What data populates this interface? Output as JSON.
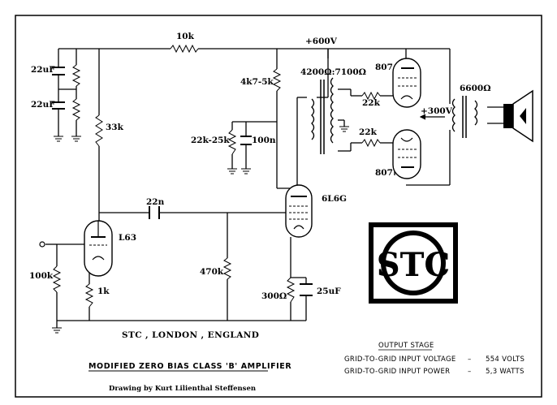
{
  "header": {
    "company": "STC , LONDON , ENGLAND",
    "title": "MODIFIED  ZERO  BIAS  CLASS 'B'  AMPLIFIER",
    "credit": "Drawing by Kurt Lilienthal Steffensen"
  },
  "output_stage": {
    "heading": "OUTPUT  STAGE",
    "rows": [
      {
        "label": "GRID-TO-GRID  INPUT  VOLTAGE",
        "dash": "–",
        "value": "554  VOLTS"
      },
      {
        "label": "GRID-TO-GRID  INPUT  POWER",
        "dash": "–",
        "value": "5,3  WATTS"
      }
    ]
  },
  "components": {
    "c_22uf_top": "22uF",
    "c_22uf_bottom": "22uF",
    "r_10k": "10k",
    "supply_600": "+600V",
    "r_4k7": "4k7-5k",
    "r_33k": "33k",
    "xfmr_in": "4200Ω:7100Ω",
    "tube_807_top": "807",
    "tube_807_bottom": "807",
    "r_22k_top": "22k",
    "r_22k_bottom": "22k",
    "supply_300": "+300V",
    "xfmr_out": "6600Ω",
    "r_22k25k": "22k-25k",
    "c_100n": "100n",
    "c_22n": "22n",
    "tube_6l6g": "6L6G",
    "tube_l63": "L63",
    "r_100k": "100k",
    "r_1k": "1k",
    "r_470k": "470k",
    "r_300": "300Ω",
    "c_25uf": "25uF"
  },
  "logo": {
    "text": "STC"
  }
}
